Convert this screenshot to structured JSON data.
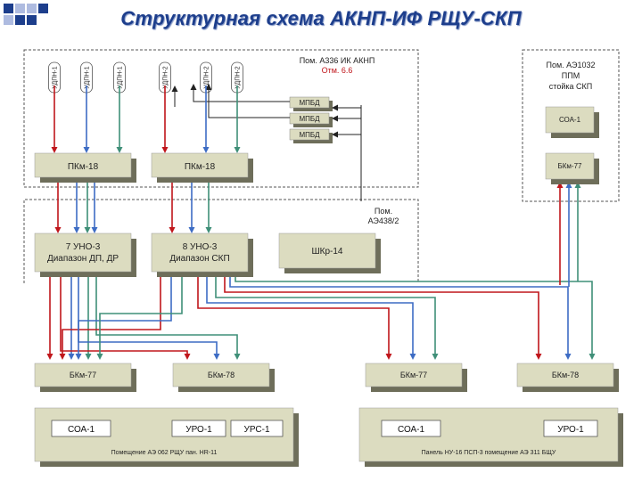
{
  "title": "Структурная схема АКНП-ИФ РЩУ-СКП",
  "colors": {
    "accent_dark": "#1d3e8c",
    "accent_light": "#aebbe0",
    "box_fill": "#dcdcc0",
    "box_shadow": "#6e6e5a",
    "line_red": "#c0161b",
    "line_blue": "#3d6cc4",
    "line_green": "#3f8f78",
    "dashed_border": "#555555",
    "highlight_text": "#c0161b"
  },
  "zones": {
    "room_a336": {
      "line1": "Пом. А336 ИК АКНП",
      "line2": "Отм. 6.6"
    },
    "room_ae1032": {
      "line1": "Пом. АЭ1032",
      "line2": "ППМ",
      "line3": "стойка СКП"
    },
    "room_ae438": {
      "line1": "Пом.",
      "line2": "АЭ438/2"
    }
  },
  "detectors": [
    "УДПН-1",
    "УДПН-1",
    "УДПН-1",
    "УДПН-2",
    "УДПН-2",
    "УДПН-2"
  ],
  "mpbd": [
    "МПБД",
    "МПБД",
    "МПБД"
  ],
  "blocks": {
    "pkm_left": "ПКм-18",
    "pkm_right": "ПКм-18",
    "soa_top": "СОА-1",
    "bkm_top": "БКм-77",
    "uno_left": [
      "7 УНО-3",
      "Диапазон ДП, ДР"
    ],
    "uno_right": [
      "8 УНО-3",
      "Диапазон СКП"
    ],
    "shkr": "ШКр-14",
    "bkm77_left": "БКм-77",
    "bkm78_left": "БКм-78",
    "bkm77_right": "БКм-77",
    "bkm78_right": "БКм-78"
  },
  "panels": {
    "left": {
      "items": [
        "СОА-1",
        "УРО-1",
        "УРС-1"
      ],
      "caption": "Помещение АЭ 062 РЩУ   пан. НR-11"
    },
    "right": {
      "items": [
        "СОА-1",
        "УРО-1"
      ],
      "caption": "Панель НУ-16  ПСП-3  помещение АЭ 311 БЩУ"
    }
  }
}
